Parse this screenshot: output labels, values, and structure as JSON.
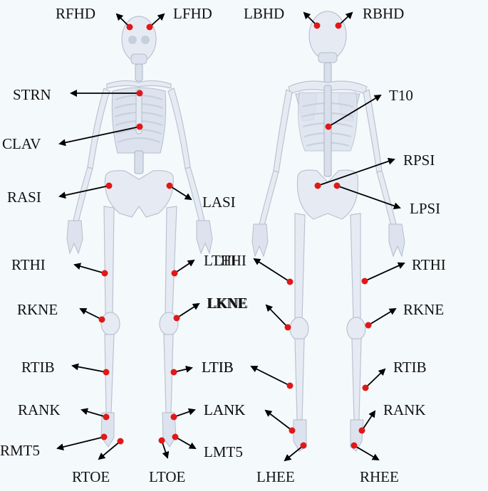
{
  "figure": {
    "marker_color": "#e01818",
    "arrow_color": "#000000",
    "bone_color": "#e6ebf3",
    "background": "#f4f9fb"
  },
  "labels": {
    "rfhd": "RFHD",
    "lfhd": "LFHD",
    "strn": "STRN",
    "clav": "CLAV",
    "rasi": "RASI",
    "lasi": "LASI",
    "rthi_front": "RTHI",
    "lthi_front": "LTHI",
    "rkne_front": "RKNE",
    "lkne_front": "LKNE",
    "rtib_front": "RTIB",
    "ltib_front": "LTIB",
    "rank_front": "RANK",
    "lank_front": "LANK",
    "rmt5": "RMT5",
    "lmt5": "LMT5",
    "rtoe": "RTOE",
    "ltoe": "LTOE",
    "lbhd": "LBHD",
    "rbhd": "RBHD",
    "t10": "T10",
    "rpsi": "RPSI",
    "lpsi": "LPSI",
    "lthi_back": "LTHI",
    "rthi_back": "RTHI",
    "lkne_back": "LKNE",
    "rkne_back": "RKNE",
    "ltib_back": "LTIB",
    "rtib_back": "RTIB",
    "lank_back": "LANK",
    "rank_back": "RANK",
    "lhee": "LHEE",
    "rhee": "RHEE"
  }
}
